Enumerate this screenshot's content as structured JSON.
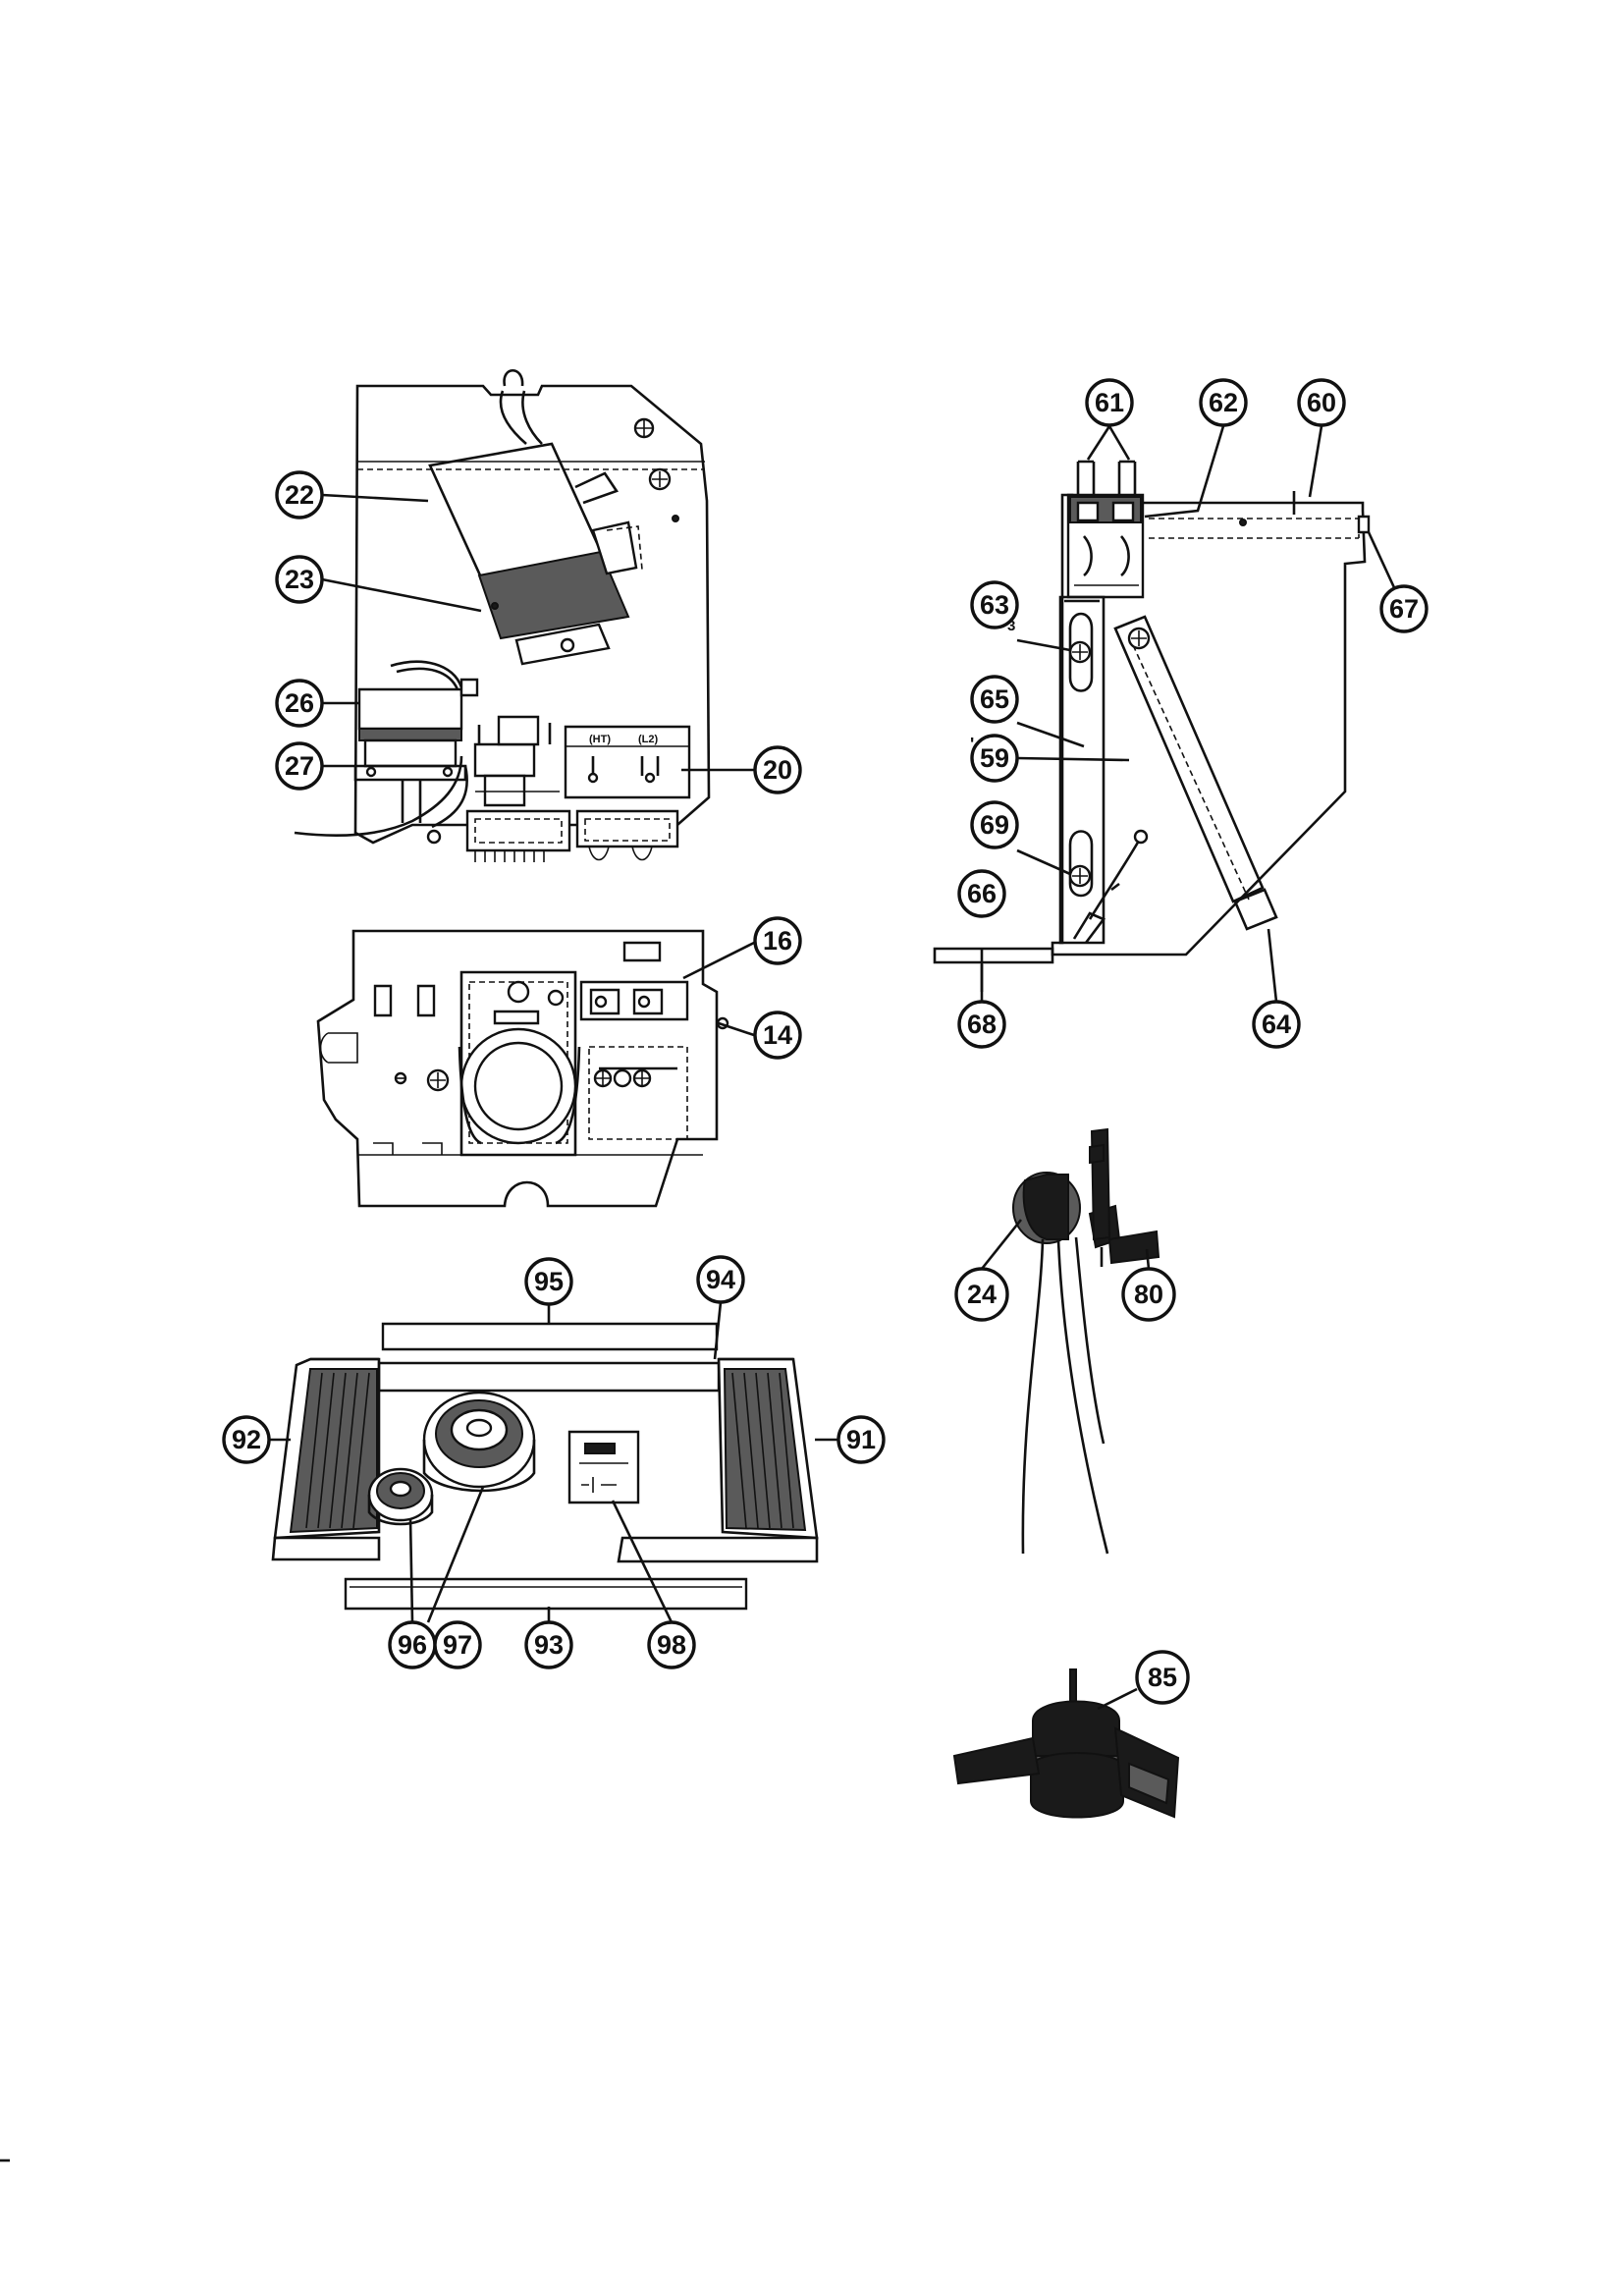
{
  "colors": {
    "ink": "#111111",
    "paper": "#ffffff"
  },
  "assemblies": {
    "control_box": {
      "callouts": [
        {
          "id": "c22",
          "label": "22"
        },
        {
          "id": "c23",
          "label": "23"
        },
        {
          "id": "c26",
          "label": "26"
        },
        {
          "id": "c27",
          "label": "27"
        },
        {
          "id": "c20",
          "label": "20"
        }
      ],
      "terminal_marks": [
        "(HT)",
        "(L2)"
      ]
    },
    "control_panel": {
      "callouts": [
        {
          "id": "c16",
          "label": "16"
        },
        {
          "id": "c14",
          "label": "14"
        }
      ]
    },
    "installation_kit": {
      "callouts": [
        {
          "id": "c95",
          "label": "95"
        },
        {
          "id": "c94",
          "label": "94"
        },
        {
          "id": "c92",
          "label": "92"
        },
        {
          "id": "c91",
          "label": "91"
        },
        {
          "id": "c96",
          "label": "96"
        },
        {
          "id": "c97",
          "label": "97"
        },
        {
          "id": "c93",
          "label": "93"
        },
        {
          "id": "c98",
          "label": "98"
        }
      ]
    },
    "heater_assembly": {
      "callouts": [
        {
          "id": "c61",
          "label": "61"
        },
        {
          "id": "c62",
          "label": "62"
        },
        {
          "id": "c60",
          "label": "60"
        },
        {
          "id": "c67",
          "label": "67"
        },
        {
          "id": "c63",
          "label": "63"
        },
        {
          "id": "c65",
          "label": "65"
        },
        {
          "id": "c59",
          "label": "59"
        },
        {
          "id": "c69",
          "label": "69"
        },
        {
          "id": "c66",
          "label": "66"
        },
        {
          "id": "c68",
          "label": "68"
        },
        {
          "id": "c64",
          "label": "64"
        }
      ],
      "annotations": {
        "sub_63": "3",
        "mark_59": "'"
      }
    },
    "thermostat": {
      "callouts": [
        {
          "id": "c24",
          "label": "24"
        },
        {
          "id": "c80",
          "label": "80"
        }
      ]
    },
    "overload": {
      "callouts": [
        {
          "id": "c85",
          "label": "85"
        }
      ]
    }
  }
}
